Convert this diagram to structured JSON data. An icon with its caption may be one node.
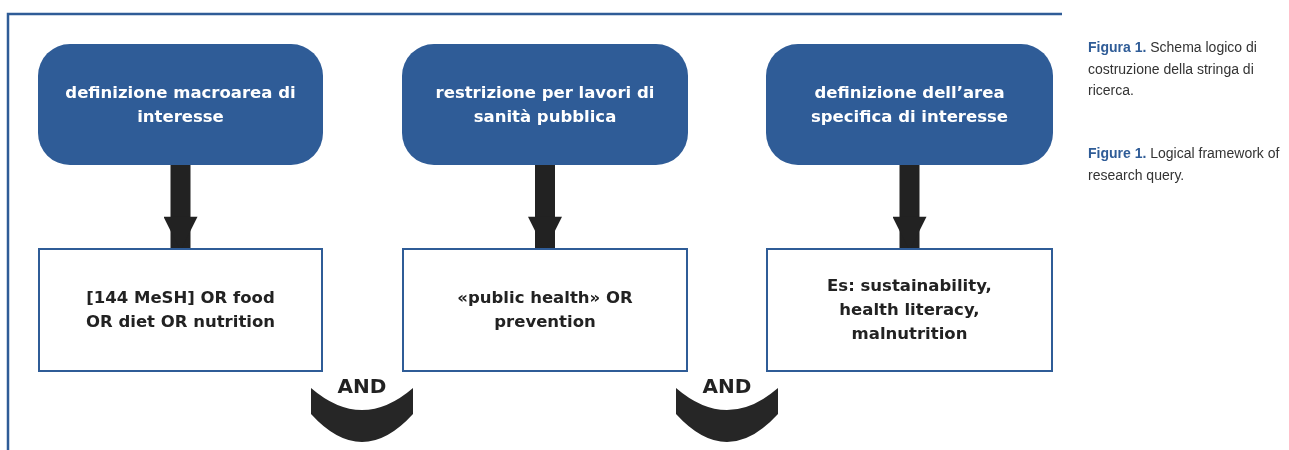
{
  "diagram": {
    "caption": "**Figura 1.** Schema logico di costruzione della stringa di ricerca.",
    "nodes": [
      {
        "text": [
          "definizione macroarea di interesse"
        ]
      },
      {
        "text": [
          "restrizione per lavori di sanità pubblica"
        ]
      },
      {
        "text": [
          "definizione dell’area specifica di interesse"
        ]
      },
      {
        "text": [
          "[144 MeSH] OR food OR diet OR nutrition"
        ]
      },
      {
        "text": [
          "«public health» OR prevention"
        ]
      },
      {
        "text": [
          "Es: sustainability, health literacy, malnutrition"
        ]
      },
      {
        "text": [
          "AND"
        ]
      },
      {
        "text": [
          "AND"
        ]
      }
    ],
    "edges": [
      {
        "from": 0,
        "to": 3,
        "arrow": "to"
      },
      {
        "from": 1,
        "to": 4,
        "arrow": "to"
      },
      {
        "from": 2,
        "to": 5,
        "arrow": "to"
      }
    ],
    "labels": [
      "**Figure 1.** Logical framework of research query."
    ]
  }
}
